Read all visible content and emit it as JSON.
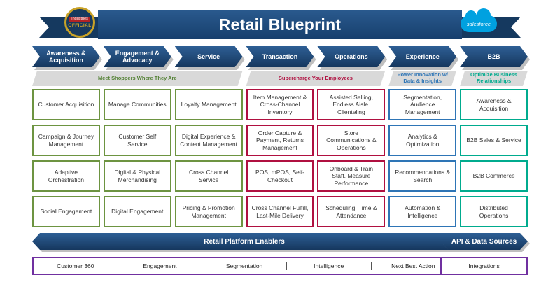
{
  "banner": {
    "title": "Retail Blueprint",
    "badge": {
      "top": "Industries",
      "bottom": "OFFICIAL"
    },
    "logo_text": "salesforce"
  },
  "group_labels": [
    {
      "text": "Meet Shoppers Where They Are",
      "color": "#538135"
    },
    {
      "text": "Supercharge Your Employees",
      "color": "#b01040"
    },
    {
      "text": "Power Innovation w/ Data & Insights",
      "color": "#2e75b6"
    },
    {
      "text": "Optimize Business Relationships",
      "color": "#00ab8e"
    }
  ],
  "columns": [
    {
      "header": "Awareness & Acquisition",
      "theme": "green",
      "items": [
        "Customer Acquisition",
        "Campaign & Journey Management",
        "Adaptive Orchestration",
        "Social Engagement"
      ]
    },
    {
      "header": "Engagement & Advocacy",
      "theme": "green",
      "items": [
        "Manage Communities",
        "Customer Self Service",
        "Digital & Physical Merchandising",
        "Digital Engagement"
      ]
    },
    {
      "header": "Service",
      "theme": "green",
      "items": [
        "Loyalty Management",
        "Digital Experience & Content Management",
        "Cross Channel Service",
        "Pricing & Promotion Management"
      ]
    },
    {
      "header": "Transaction",
      "theme": "red",
      "items": [
        "Item Management & Cross-Channel Inventory",
        "Order Capture & Payment, Returns Management",
        "POS, mPOS, Self-Checkout",
        "Cross Channel Fulfill, Last-Mile Delivery"
      ]
    },
    {
      "header": "Operations",
      "theme": "red",
      "items": [
        "Assisted Selling, Endless Aisle. Clienteling",
        "Store Communications & Operations",
        "Onboard & Train Staff, Measure Performance",
        "Scheduling, Time & Attendance"
      ]
    },
    {
      "header": "Experience",
      "theme": "blue",
      "items": [
        "Segmentation, Audience Management",
        "Analytics & Optimization",
        "Recommendations & Search",
        "Automation & Intelligence"
      ]
    },
    {
      "header": "B2B",
      "theme": "teal",
      "items": [
        "Awareness & Acquisition",
        "B2B Sales & Service",
        "B2B Commerce",
        "Distributed Operations"
      ]
    }
  ],
  "enablers": {
    "platform_bar": "Retail Platform Enablers",
    "api_bar": "API & Data Sources"
  },
  "foundation": {
    "items": [
      "Customer 360",
      "Engagement",
      "Segmentation",
      "Intelligence",
      "Next Best Action"
    ],
    "integrations": "Integrations"
  },
  "colors": {
    "navy": "#1c4577",
    "green": "#6d9441",
    "red": "#b01040",
    "blue": "#2e75b6",
    "teal": "#00ab8e",
    "purple": "#7030a0",
    "gold": "#c9a227",
    "salesforce_blue": "#00a1e0",
    "shadow_gray": "#bfbfbf",
    "label_gray": "#d9d9d9"
  }
}
